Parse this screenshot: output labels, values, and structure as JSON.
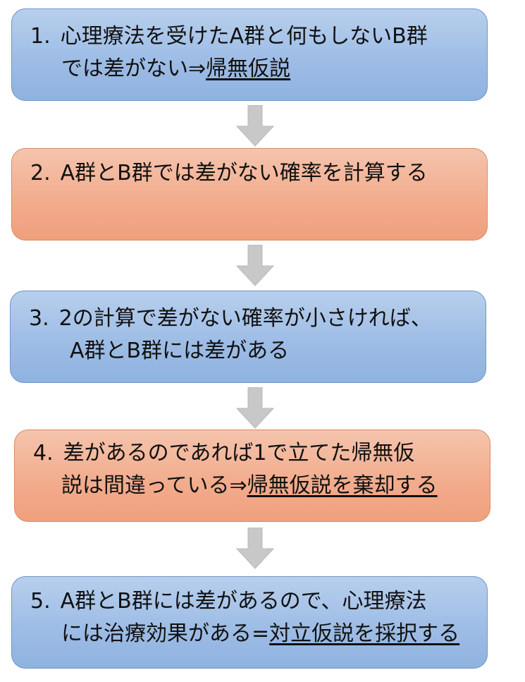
{
  "steps": [
    {
      "number": "1.",
      "line1": "心理療法を受けたA群と何もしないB群",
      "line2_plain": "では差がない⇒",
      "line2_underlined": "帰無仮説",
      "color": "blue"
    },
    {
      "number": "2.",
      "line1": "A群とB群では差がない確率を計算する",
      "color": "orange"
    },
    {
      "number": "3.",
      "line1": "2の計算で差がない確率が小さければ、",
      "line2_plain": "A群とB群には差がある",
      "color": "blue"
    },
    {
      "number": "4.",
      "line1": "差があるのであれば1で立てた帰無仮",
      "line2_plain": "説は間違っている⇒",
      "line2_underlined": "帰無仮説を棄却する",
      "color": "orange"
    },
    {
      "number": "5.",
      "line1": "A群とB群には差があるので、心理療法",
      "line2_plain": "には治療効果がある=",
      "line2_underlined": "対立仮説を採択する",
      "color": "blue"
    }
  ],
  "colors": {
    "blue_box": "#9ebde6",
    "orange_box": "#f2ab8c",
    "arrow": "#c8c8c8"
  },
  "icons": [
    "arrow-down-icon"
  ]
}
